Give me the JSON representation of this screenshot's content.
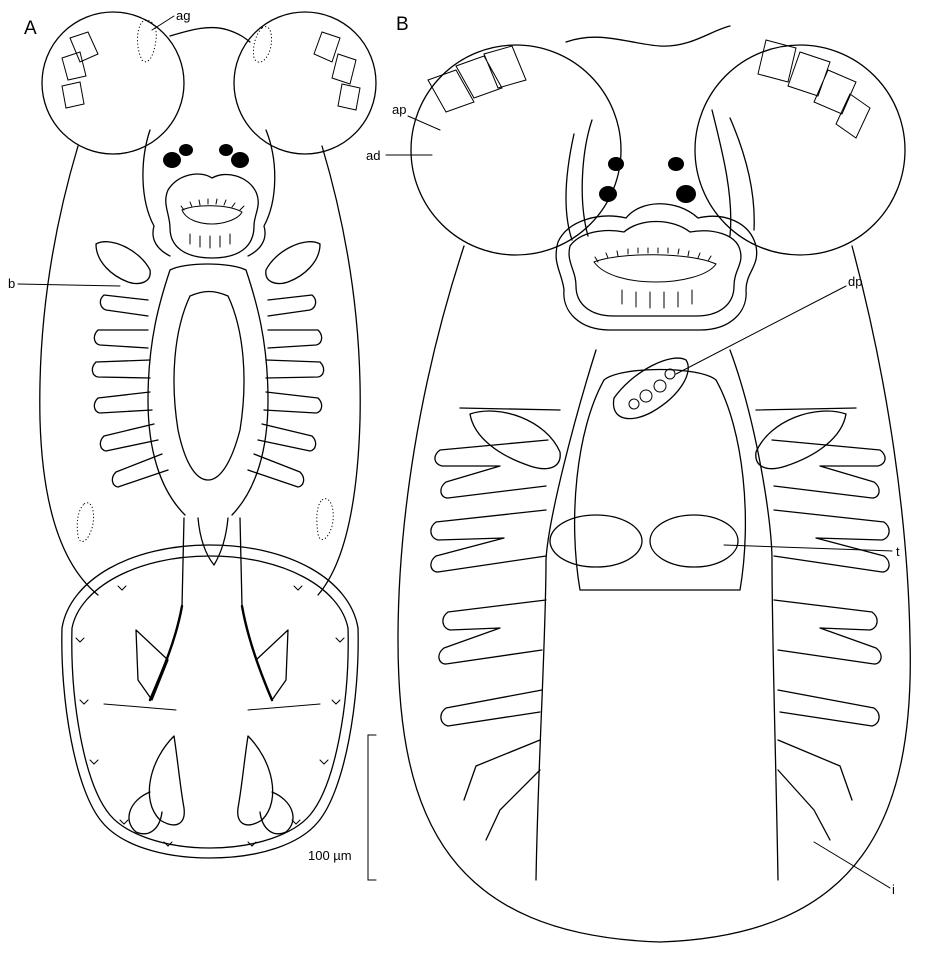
{
  "figure": {
    "panel_a": {
      "letter": "A",
      "labels": {
        "ag": "ag",
        "b": "b"
      }
    },
    "panel_b": {
      "letter": "B",
      "labels": {
        "ap": "ap",
        "ad": "ad",
        "dp": "dp",
        "t": "t",
        "i": "i"
      }
    },
    "scale_bar": {
      "label": "100 µm"
    }
  }
}
